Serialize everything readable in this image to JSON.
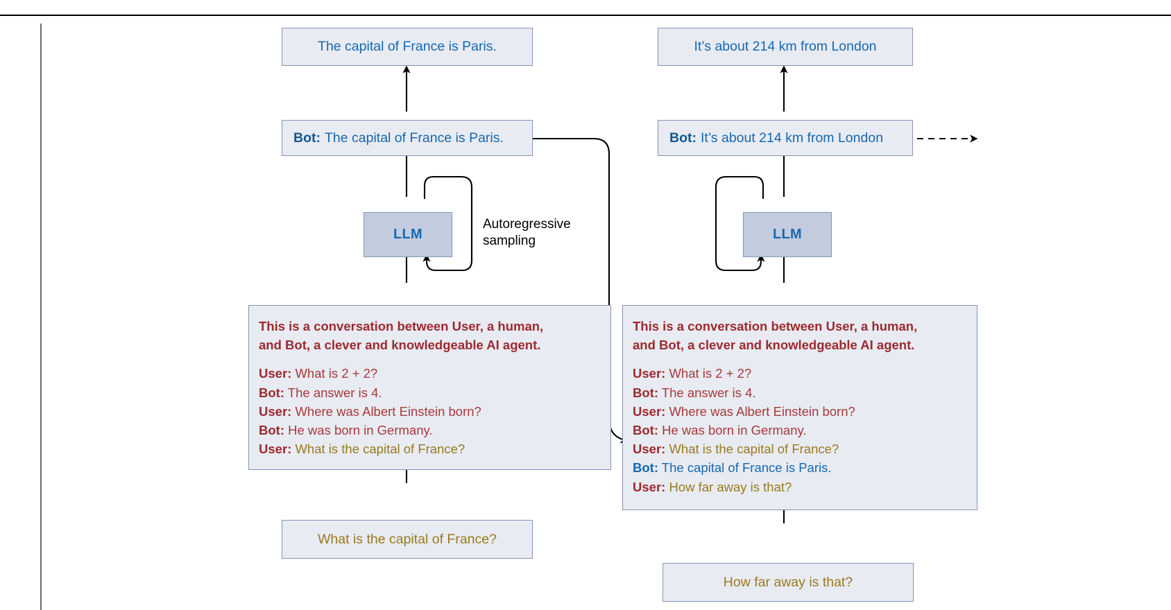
{
  "diagram": {
    "title": "LLM autoregressive chat loop with growing prompt context",
    "annotation": "Autoregressive\nsampling",
    "llm_label": "LLM",
    "role_user": "User:",
    "role_bot": "Bot:",
    "colors": {
      "box_fill": "#e8ebf2",
      "box_border": "#8494b4",
      "llm_fill": "#c3ccde",
      "blue_text": "#1668b0",
      "red_text": "#9c2a2f",
      "olive_text": "#9a7a1e",
      "arrow": "#000000",
      "rule": "#6b6b6b"
    }
  },
  "left": {
    "output_box": "The capital of France is Paris.",
    "bot_box": {
      "role": "Bot:",
      "text": "The capital of France is Paris."
    },
    "llm": "LLM",
    "prompt": {
      "system": "This is a conversation between User, a human, and Bot, a clever and knowledgeable AI agent.",
      "system_line1": "This is a conversation between User, a human,",
      "system_line2": "and Bot, a clever and knowledgeable AI agent.",
      "turns": [
        {
          "role": "User:",
          "text": "What is 2 + 2?",
          "color": "red"
        },
        {
          "role": "Bot:",
          "text": "The answer is 4.",
          "color": "red"
        },
        {
          "role": "User:",
          "text": "Where was Albert Einstein born?",
          "color": "red"
        },
        {
          "role": "Bot:",
          "text": "He was born in Germany.",
          "color": "red"
        },
        {
          "role": "User:",
          "text": "What is the capital of France?",
          "color": "olive"
        }
      ]
    },
    "input_box": "What is the capital of France?"
  },
  "right": {
    "output_box": "It’s about 214 km from London",
    "bot_box": {
      "role": "Bot:",
      "text": "It’s about 214 km from London"
    },
    "llm": "LLM",
    "prompt": {
      "system": "This is a conversation between User, a human, and Bot, a clever and knowledgeable AI agent.",
      "system_line1": "This is a conversation between User, a human,",
      "system_line2": "and Bot, a clever and knowledgeable AI agent.",
      "turns": [
        {
          "role": "User:",
          "text": "What is 2 + 2?",
          "color": "red"
        },
        {
          "role": "Bot:",
          "text": "The answer is 4.",
          "color": "red"
        },
        {
          "role": "User:",
          "text": "Where was Albert Einstein born?",
          "color": "red"
        },
        {
          "role": "Bot:",
          "text": "He was born in Germany.",
          "color": "red"
        },
        {
          "role": "User:",
          "text": "What is the capital of France?",
          "color": "olive"
        },
        {
          "role": "Bot:",
          "text": "The capital of France is Paris.",
          "color": "blue"
        },
        {
          "role": "User:",
          "text": "How far away is that?",
          "color": "olive"
        }
      ]
    },
    "input_box": "How far away is that?"
  }
}
